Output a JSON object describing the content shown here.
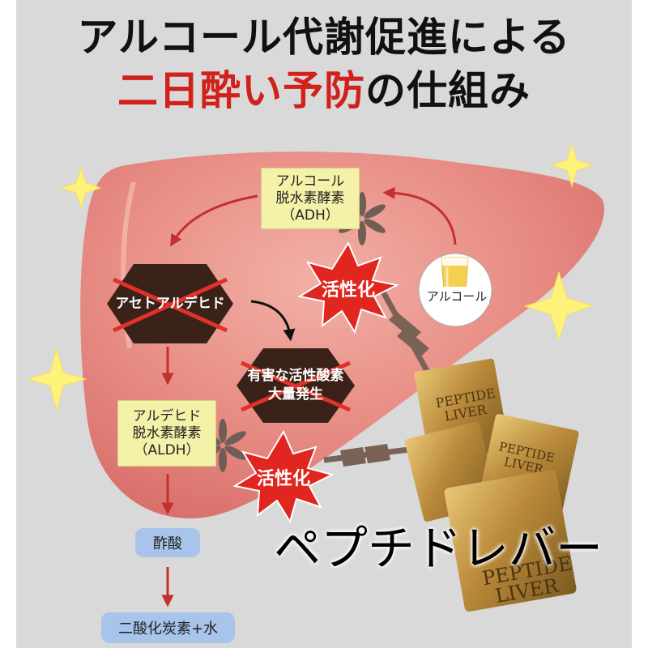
{
  "title": {
    "line1": "アルコール代謝促進による",
    "line2_red": "二日酔い予防",
    "line2_black": "の仕組み"
  },
  "enzymes": {
    "adh": [
      "アルコール",
      "脱水素酵素",
      "（ADH）"
    ],
    "aldh": [
      "アルデヒド",
      "脱水素酵素",
      "（ALDH）"
    ]
  },
  "compounds": {
    "acetaldehyde": "アセトアルデヒド",
    "ros": [
      "有害な活性酸素",
      "大量発生"
    ],
    "acetic_acid": "酢酸",
    "final": "二酸化炭素+水"
  },
  "activation_label": "活性化",
  "alcohol_label": "アルコール",
  "product": {
    "name": "ペプチドレバー",
    "brand_line1": "PEPTIDE",
    "brand_line2": "LIVER"
  },
  "colors": {
    "accent_red": "#d2201b",
    "liver": "#e57f7a",
    "hexagon": "#3b2218",
    "enzyme_tag": "#f4f1a8",
    "product_pill": "#a8c4ea",
    "sparkle": "#fff27a"
  },
  "icons": [
    "sparkle-icon",
    "beer-cup-icon",
    "activation-burst-icon",
    "gold-packet-icon"
  ]
}
